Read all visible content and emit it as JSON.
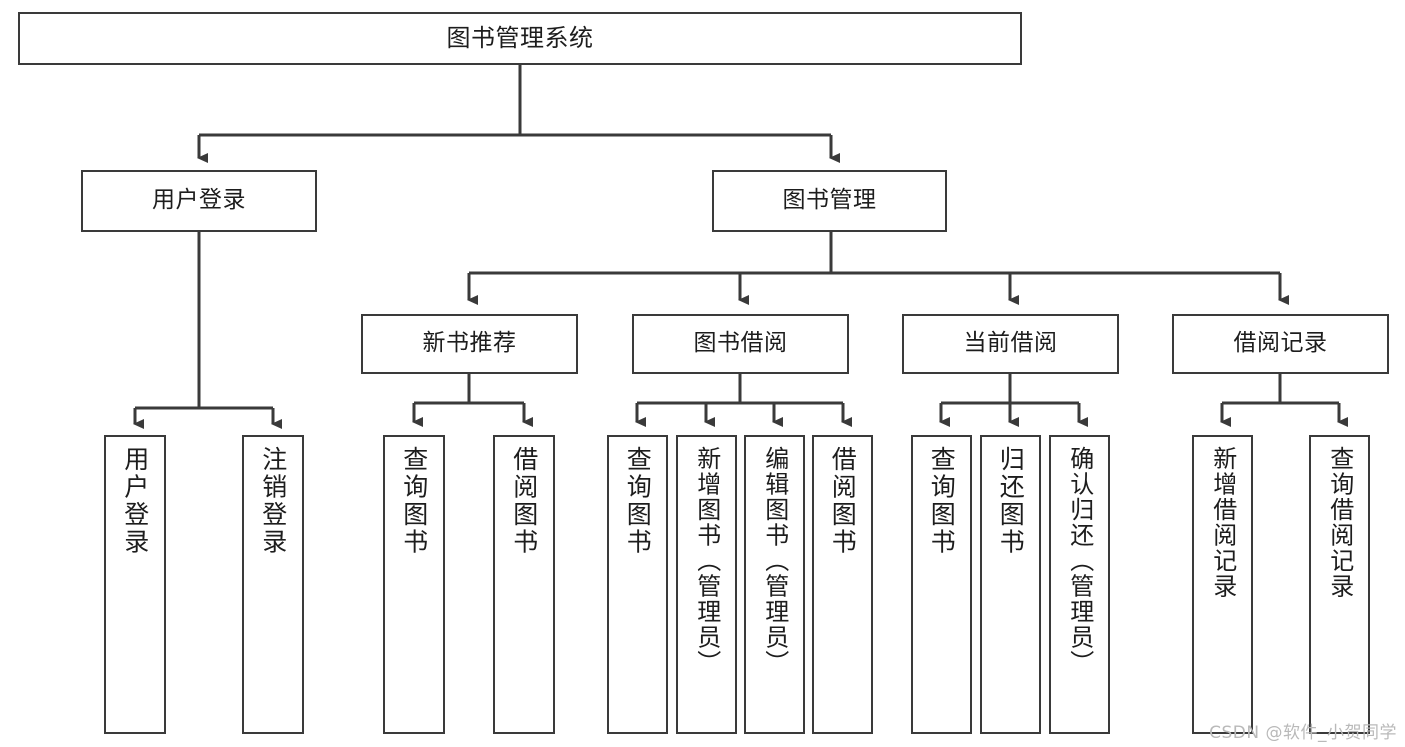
{
  "diagram": {
    "title": "图书管理系统",
    "watermark": "CSDN @软件_小贺同学",
    "line_color": "#3a3a3a",
    "box_fill": "#ffffff",
    "text_color": "#1d1d1d",
    "root": {
      "label": "图书管理系统"
    },
    "tier2": [
      {
        "label": "用户登录"
      },
      {
        "label": "图书管理"
      }
    ],
    "tier3": [
      {
        "label": "新书推荐"
      },
      {
        "label": "图书借阅"
      },
      {
        "label": "当前借阅"
      },
      {
        "label": "借阅记录"
      }
    ],
    "leaves": {
      "user_login": [
        {
          "label": "用户登录"
        },
        {
          "label": "注销登录"
        }
      ],
      "new_book": [
        {
          "label": "查询图书"
        },
        {
          "label": "借阅图书"
        }
      ],
      "book_borrow": [
        {
          "label": "查询图书"
        },
        {
          "label": "新增图书（管理员）"
        },
        {
          "label": "编辑图书（管理员）"
        },
        {
          "label": "借阅图书"
        }
      ],
      "current_borrow": [
        {
          "label": "查询图书"
        },
        {
          "label": "归还图书"
        },
        {
          "label": "确认归还（管理员）"
        }
      ],
      "borrow_record": [
        {
          "label": "新增借阅记录"
        },
        {
          "label": "查询借阅记录"
        }
      ]
    }
  }
}
